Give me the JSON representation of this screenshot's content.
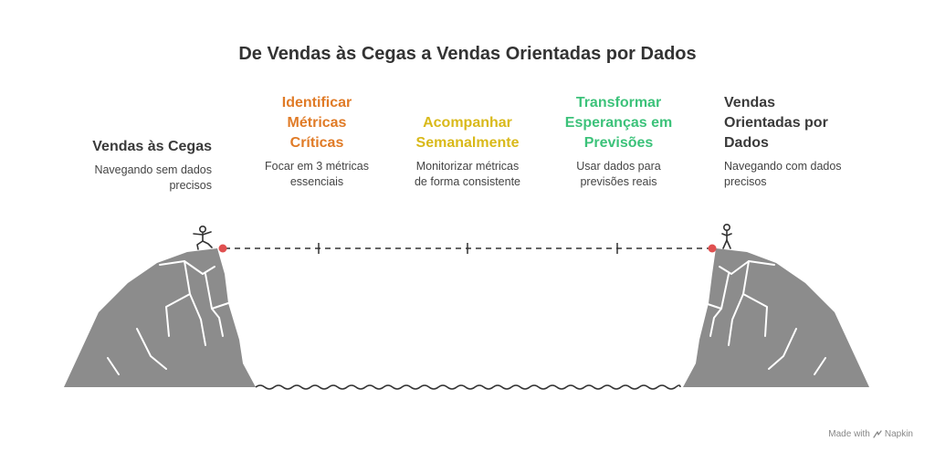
{
  "title": "De Vendas às Cegas a Vendas Orientadas por Dados",
  "stages": [
    {
      "title_lines": [
        "Vendas às Cegas"
      ],
      "desc_lines": [
        "Navegando sem dados",
        "precisos"
      ],
      "color": "#3a3a3a"
    },
    {
      "title_lines": [
        "Identificar",
        "Métricas",
        "Críticas"
      ],
      "desc_lines": [
        "Focar em 3 métricas",
        "essenciais"
      ],
      "color": "#e07b27"
    },
    {
      "title_lines": [
        "Acompanhar",
        "Semanalmente"
      ],
      "desc_lines": [
        "Monitorizar métricas",
        "de forma consistente"
      ],
      "color": "#d9b91a"
    },
    {
      "title_lines": [
        "Transformar",
        "Esperanças em",
        "Previsões"
      ],
      "desc_lines": [
        "Usar dados para",
        "previsões reais"
      ],
      "color": "#3cc27a"
    },
    {
      "title_lines": [
        "Vendas",
        "Orientadas por",
        "Dados"
      ],
      "desc_lines": [
        "Navegando com dados",
        "precisos"
      ],
      "color": "#3a3a3a"
    }
  ],
  "footer": {
    "text": "Made with",
    "brand": "Napkin"
  },
  "colors": {
    "cliff": "#8c8c8c",
    "cliff_lines": "#ffffff",
    "rope": "#333333",
    "anchor": "#e05050",
    "water": "#333333"
  },
  "icons": [
    "person-jumping-icon",
    "person-standing-icon",
    "napkin-logo-icon"
  ]
}
